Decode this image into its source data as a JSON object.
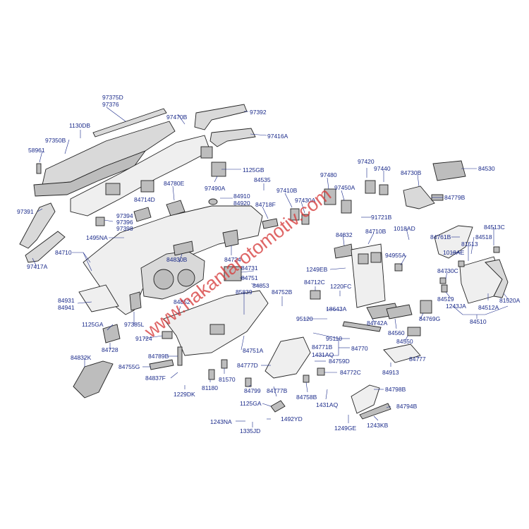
{
  "watermark": "www.hakanlarotomotiv.com",
  "labels": [
    "97375D",
    "97376",
    "97392",
    "1130DB",
    "97470B",
    "97350B",
    "97416A",
    "58961",
    "1125GB",
    "97490A",
    "84780E",
    "84535",
    "97420",
    "97440",
    "84730B",
    "84530",
    "97480",
    "97410B",
    "97450A",
    "84910",
    "84920",
    "84714D",
    "84718F",
    "97430A",
    "84779B",
    "97391",
    "97394",
    "97396",
    "97398",
    "91721B",
    "1018AD",
    "84513C",
    "84710B",
    "84832",
    "84761B",
    "84518",
    "1495NA",
    "84710",
    "81513",
    "94955A",
    "1018AE",
    "84830B",
    "84724",
    "1249EB",
    "97417A",
    "84730C",
    "84731",
    "84751",
    "84853",
    "84752B",
    "84712C",
    "1220FC",
    "84519",
    "84512A",
    "81520A",
    "84931",
    "84941",
    "85839",
    "1243JA",
    "84852",
    "95120",
    "18643A",
    "84510",
    "97385L",
    "1125GA",
    "84742A",
    "84560",
    "84769G",
    "95110",
    "91724",
    "84751A",
    "84771B",
    "84770",
    "84728",
    "1431AQ",
    "84550",
    "84789B",
    "84759D",
    "84832K",
    "84755G",
    "84777D",
    "84772C",
    "84913",
    "84777",
    "84837F",
    "81180",
    "81570",
    "84799",
    "84777B",
    "84758B",
    "84798B",
    "1229DK",
    "1125GA",
    "1431AQ",
    "84794B",
    "1492YD",
    "1243NA",
    "1249GE",
    "1243KB",
    "1335JD"
  ]
}
